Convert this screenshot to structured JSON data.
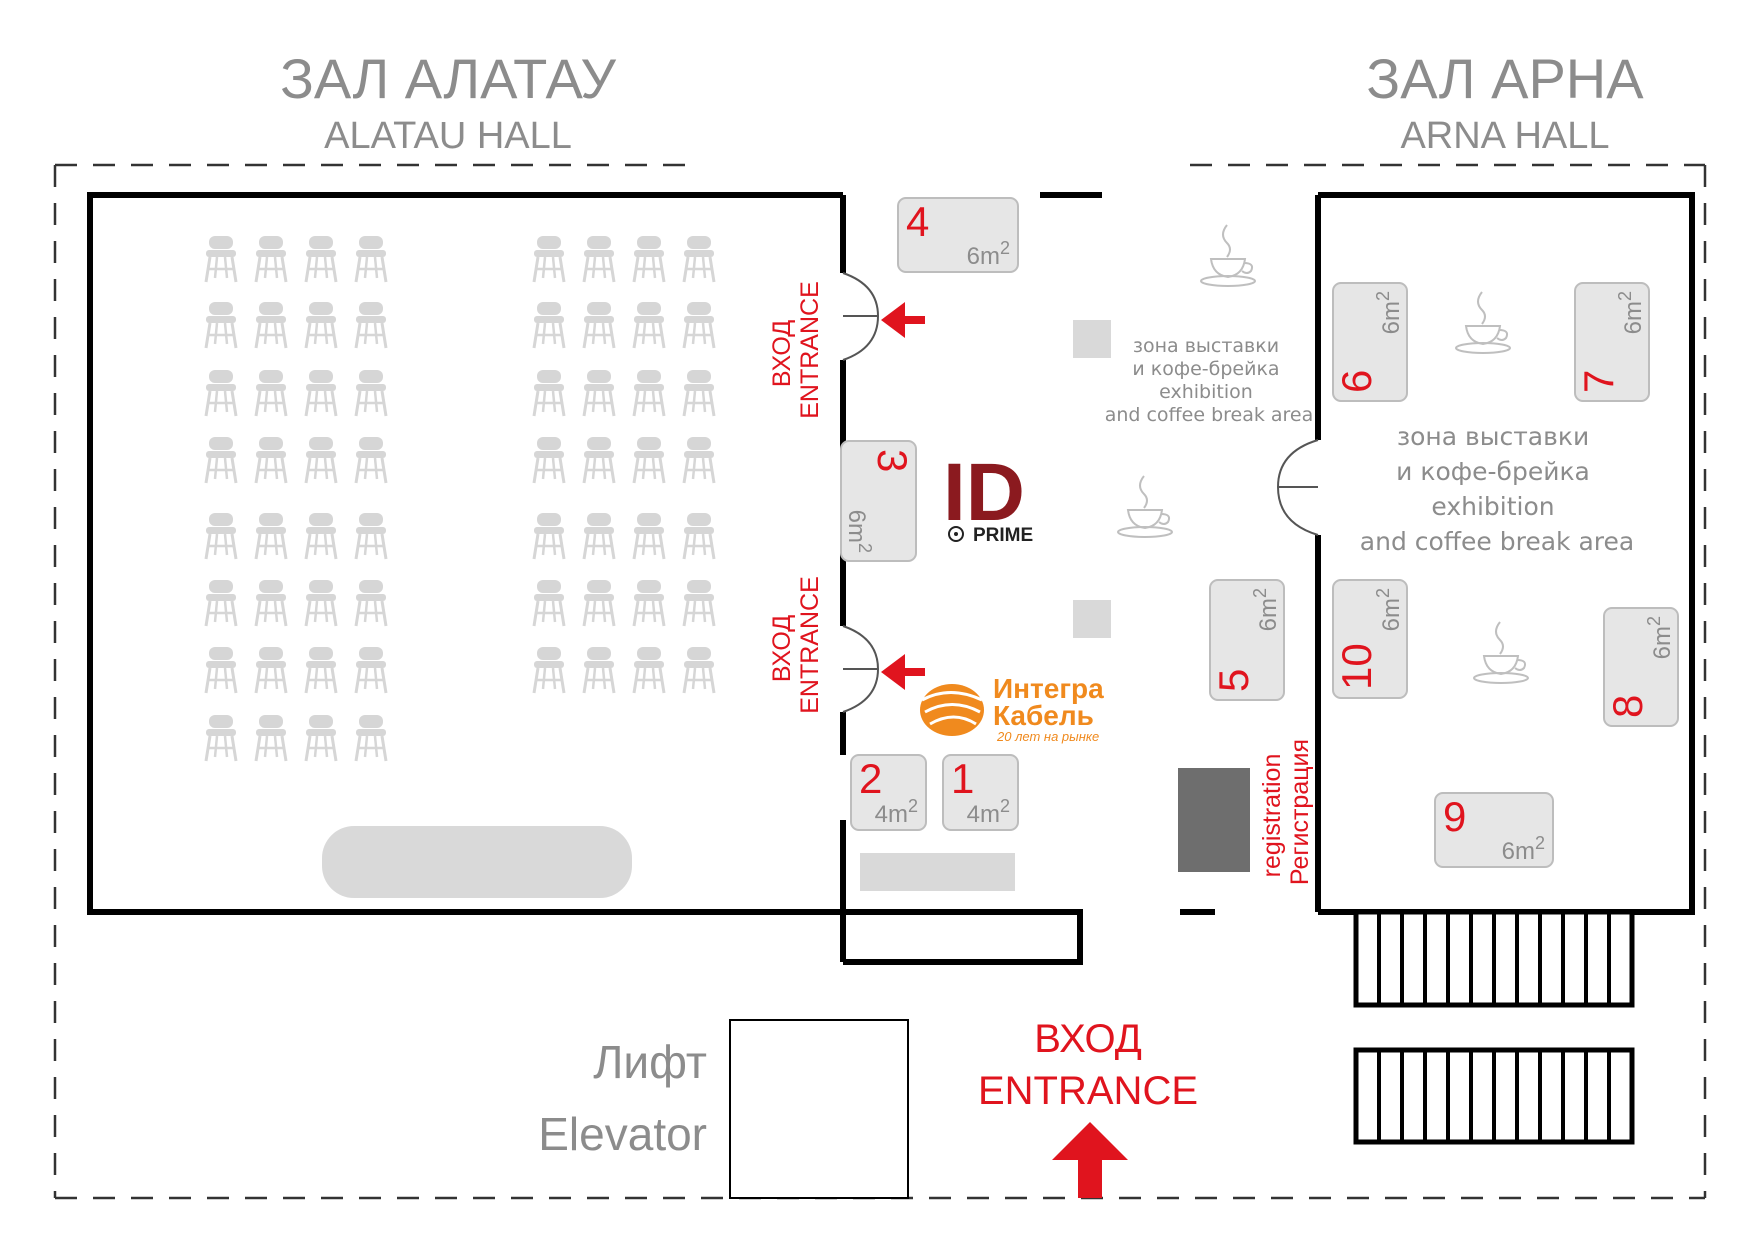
{
  "halls": {
    "alatau": {
      "name_ru": "ЗАЛ АЛАТАУ",
      "name_en": "ALATAU HALL"
    },
    "arna": {
      "name_ru": "ЗАЛ АРНА",
      "name_en": "ARNA HALL"
    }
  },
  "entrances": {
    "upper_side": {
      "ru": "ВХОД",
      "en": "ENTRANCE"
    },
    "lower_side": {
      "ru": "ВХОД",
      "en": "ENTRANCE"
    },
    "main": {
      "ru": "ВХОД",
      "en": "ENTRANCE"
    }
  },
  "zones": {
    "foyer": [
      "зона выставки",
      "и кофе-брейка",
      "exhibition",
      "and coffee break area"
    ],
    "arna": [
      "зона выставки",
      "и кофе-брейка",
      "exhibition",
      "and coffee break area"
    ]
  },
  "registration": {
    "en": "registration",
    "ru": "Регистрация"
  },
  "elevator": {
    "ru": "Лифт",
    "en": "Elevator"
  },
  "booths": [
    {
      "id": "1",
      "area": "4m"
    },
    {
      "id": "2",
      "area": "4m"
    },
    {
      "id": "3",
      "area": "6m"
    },
    {
      "id": "4",
      "area": "6m"
    },
    {
      "id": "5",
      "area": "6m"
    },
    {
      "id": "6",
      "area": "6m"
    },
    {
      "id": "7",
      "area": "6m"
    },
    {
      "id": "8",
      "area": "6m"
    },
    {
      "id": "9",
      "area": "6m"
    },
    {
      "id": "10",
      "area": "6m"
    }
  ],
  "area_superscript": "2",
  "logos": {
    "idprime": {
      "big": "ID",
      "small": "PRIME"
    },
    "integra": {
      "line1": "Интегра",
      "line2": "Кабель",
      "tagline": "20 лет на рынке"
    }
  },
  "icons": {
    "chair": "chair-icon",
    "coffee": "coffee-cup-icon",
    "arrow": "arrow-icon"
  },
  "colors": {
    "accent": "#e0141e",
    "text_gray": "#8c8c8c",
    "fill_gray": "#d9d9d9",
    "dark_gray": "#6e6e6e",
    "orange": "#f08a1e"
  }
}
